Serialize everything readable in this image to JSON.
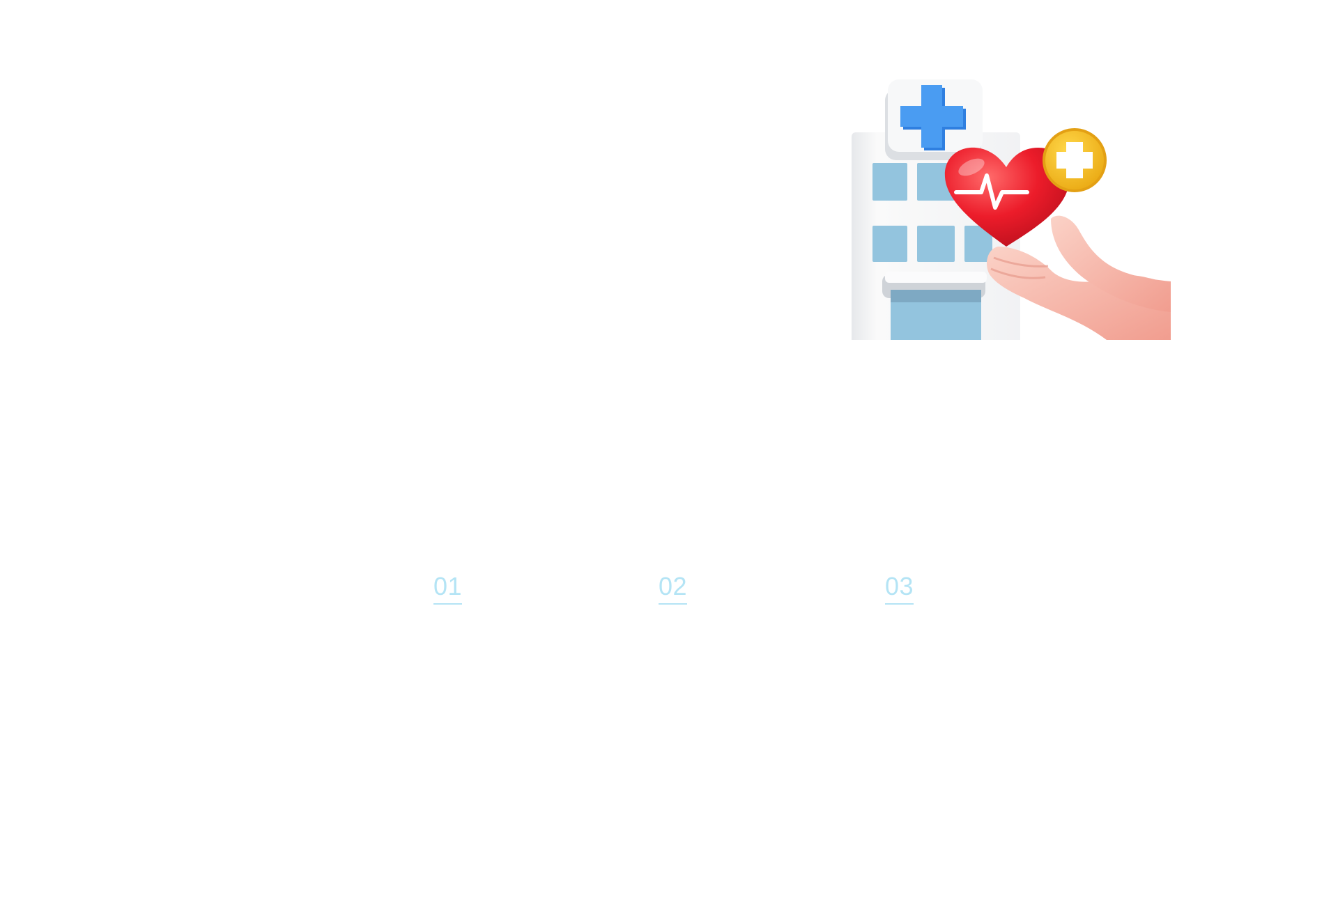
{
  "illustration": {
    "icon": "hospital-heart-hand-icon",
    "colors": {
      "building": "#f3f4f6",
      "window": "#93c4de",
      "cross_blue": "#3d8ee8",
      "heart": "#e8202e",
      "badge_yellow": "#f6bf26",
      "hand": "#f6b8ac"
    }
  },
  "steps": [
    {
      "label": "01"
    },
    {
      "label": "02"
    },
    {
      "label": "03"
    }
  ],
  "colors": {
    "step_link": "#b4e4f5",
    "background": "#ffffff"
  }
}
